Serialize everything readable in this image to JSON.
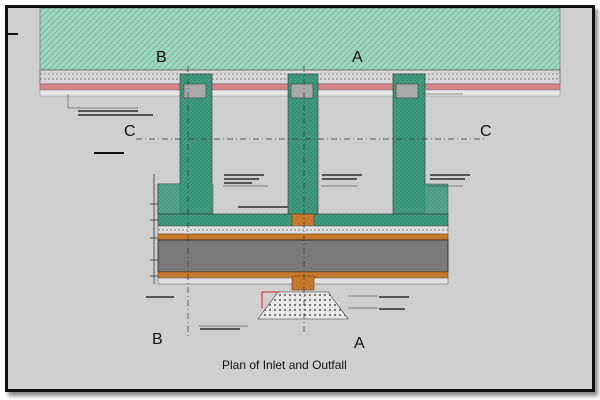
{
  "drawing": {
    "caption": "Plan of Inlet and Outfall",
    "section_markers": {
      "a_top": "A",
      "a_bottom": "A",
      "b_top": "B",
      "b_bottom": "B",
      "c_left": "C",
      "c_right": "C"
    },
    "colors": {
      "background": "#cfcfcf",
      "hatch_fill": "#9fd4c0",
      "column_fill": "#3f9e80",
      "brick_red": "#d8868a",
      "concrete_dark": "#7a7a7a",
      "timber_orange": "#c77a2c"
    }
  }
}
